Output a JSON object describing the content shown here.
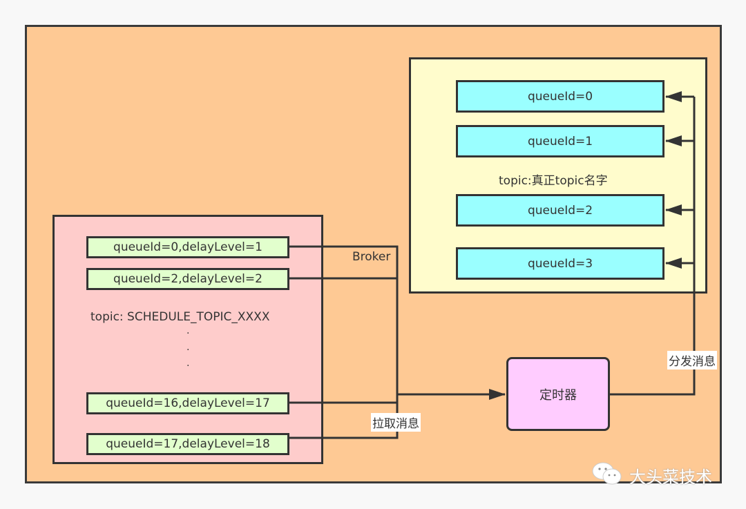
{
  "broker": {
    "label": "Broker"
  },
  "real_topic": {
    "label": "topic:真正topic名字",
    "queues": [
      "queueId=0",
      "queueId=1",
      "queueId=2",
      "queueId=3"
    ]
  },
  "schedule_topic": {
    "label": "topic: SCHEDULE_TOPIC_XXXX",
    "queues": [
      "queueId=0,delayLevel=1",
      "queueId=2,delayLevel=2",
      "queueId=16,delayLevel=17",
      "queueId=17,delayLevel=18"
    ],
    "ellipsis": [
      "·",
      "·",
      "·"
    ]
  },
  "timer": {
    "label": "定时器"
  },
  "edges": {
    "pull_label": "拉取消息",
    "dispatch_label": "分发消息"
  },
  "watermark": {
    "text": "大头菜技术",
    "icon": "wechat-icon"
  },
  "colors": {
    "broker_bg": "#fec994",
    "real_topic_bg": "#fffccc",
    "schedule_topic_bg": "#fecccb",
    "green_queue": "#e2ffcd",
    "cyan_queue": "#9affff",
    "timer_bg": "#ffccff",
    "stroke": "#333333"
  }
}
